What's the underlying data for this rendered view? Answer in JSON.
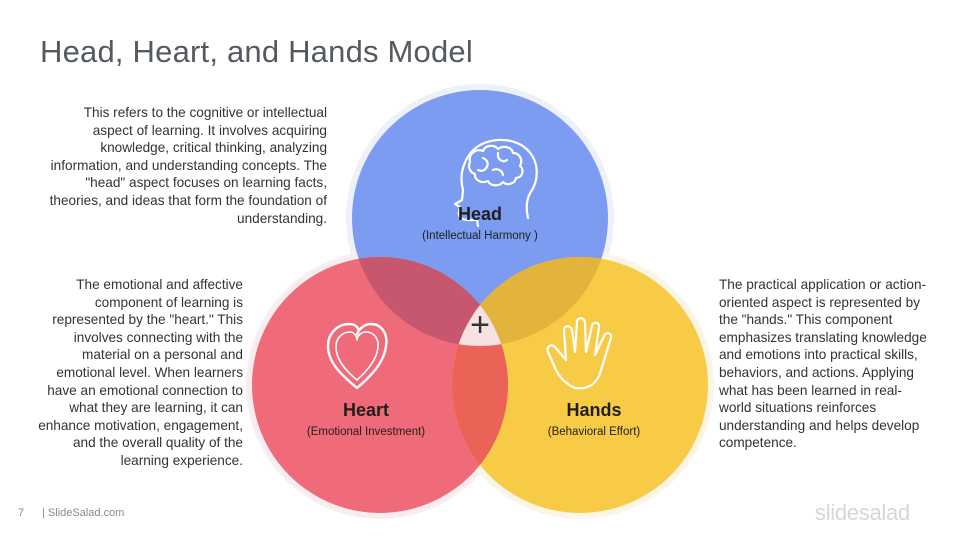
{
  "title": "Head, Heart, and Hands Model",
  "head": {
    "label": "Head",
    "sublabel": "(Intellectual Harmony )",
    "icon": "brain-head-icon",
    "color": "#7b9cf0",
    "description": "This refers to the cognitive or intellectual aspect of learning. It involves acquiring knowledge, critical thinking, analyzing information, and understanding concepts. The \"head\" aspect focuses on learning facts, theories, and ideas that form the foundation of understanding."
  },
  "heart": {
    "label": "Heart",
    "sublabel": "(Emotional  Investment)",
    "icon": "heart-icon",
    "color": "#ef6b79",
    "description": "The emotional and affective component of learning is represented by the \"heart.\" This involves connecting with the material on a personal and emotional level. When learners have an emotional connection to what they are learning, it can enhance motivation, engagement, and the overall quality of the learning experience."
  },
  "hands": {
    "label": "Hands",
    "sublabel": "(Behavioral  Effort)",
    "icon": "hand-icon",
    "color": "#f7cb45",
    "description": "The practical application or action-oriented aspect is represented by the \"hands.\" This component emphasizes translating knowledge and emotions into practical skills, behaviors, and actions. Applying what has been learned in real-world situations reinforces understanding and helps develop competence."
  },
  "center_symbol": "+",
  "footer": {
    "page_number": "7",
    "source": "| SlideSalad.com",
    "brand": "slidesalad"
  }
}
